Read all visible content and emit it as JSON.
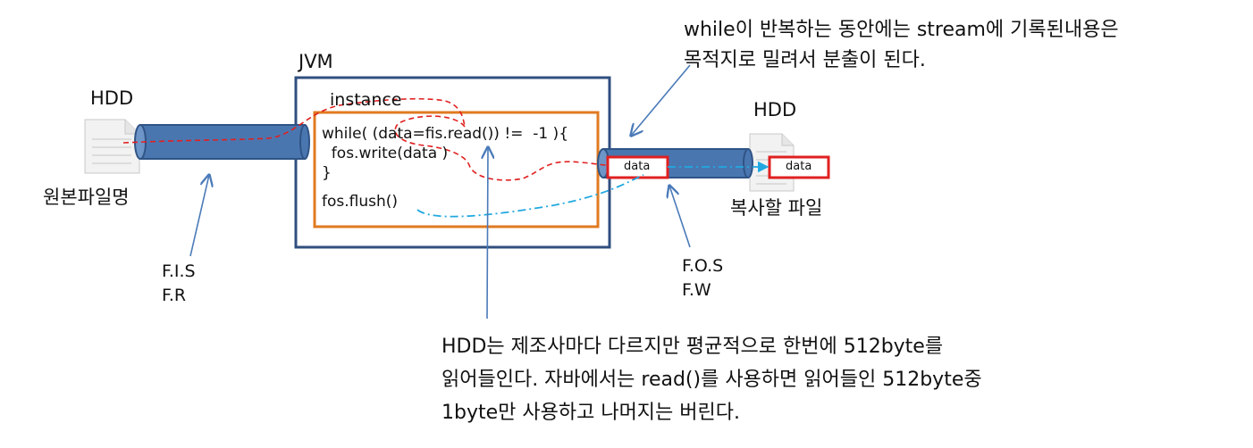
{
  "left": {
    "hdd_label": "HDD",
    "file_label": "원본파일명",
    "stream_label_1": "F.I.S",
    "stream_label_2": "F.R"
  },
  "jvm": {
    "label": "JVM",
    "instance_label": "instance",
    "code_lines": [
      "while( (data=fis.read()) !=  -1 ){",
      "  fos.write(data )",
      "}",
      "fos.flush()"
    ]
  },
  "right": {
    "hdd_label": "HDD",
    "file_label": "복사할 파일",
    "stream_label_1": "F.O.S",
    "stream_label_2": "F.W",
    "pipe_data_label": "data",
    "file_data_label": "data"
  },
  "notes": {
    "top": [
      "while이 반복하는 동안에는 stream에 기록된내용은",
      "목적지로 밀려서 분출이 된다."
    ],
    "bottom": [
      "HDD는 제조사마다 다르지만 평균적으로 한번에 512byte를",
      "읽어들인다. 자바에서는 read()를 사용하면 읽어들인 512byte중",
      "1byte만 사용하고 나머지는 버린다."
    ]
  },
  "colors": {
    "pipe_fill": "#4a76b0",
    "pipe_stroke": "#2f5486",
    "jvm_border": "#2f4f7f",
    "instance_border": "#e07a20",
    "red_dash": "#e02020",
    "blue_dash": "#21a8e0",
    "arrow": "#4a7ab8"
  }
}
